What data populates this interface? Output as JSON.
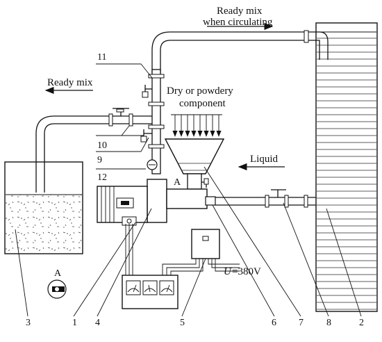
{
  "labels": {
    "ready_mix_circulating_line1": "Ready mix",
    "ready_mix_circulating_line2": "when circulating",
    "ready_mix": "Ready mix",
    "dry_component_line1": "Dry or powdery",
    "dry_component_line2": "component",
    "liquid": "Liquid",
    "point_a": "A",
    "detail_a": "A",
    "voltage_symbol": "U",
    "voltage_value": "=380V"
  },
  "callouts": [
    "1",
    "2",
    "3",
    "4",
    "5",
    "6",
    "7",
    "8",
    "9",
    "10",
    "11",
    "12"
  ],
  "colors": {
    "line": "#111111",
    "background": "#ffffff"
  }
}
